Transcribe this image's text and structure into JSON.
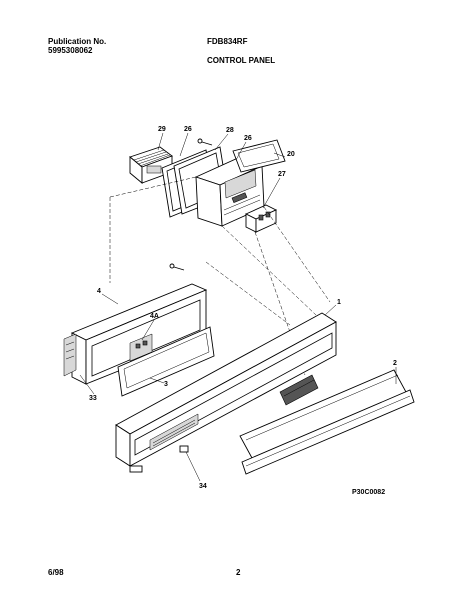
{
  "header": {
    "publication_label": "Publication No.",
    "publication_number": "5995308062",
    "model": "FDB834RF",
    "section_title": "CONTROL PANEL"
  },
  "diagram": {
    "callouts": {
      "c29": "29",
      "c26a": "26",
      "c28": "28",
      "c26b": "26",
      "c20": "20",
      "c27": "27",
      "c4": "4",
      "c4a": "4A",
      "c3": "3",
      "c33": "33",
      "c1": "1",
      "c2": "2",
      "c34": "34"
    },
    "drawing_code": "P30C0082"
  },
  "footer": {
    "date": "6/98",
    "page": "2"
  }
}
